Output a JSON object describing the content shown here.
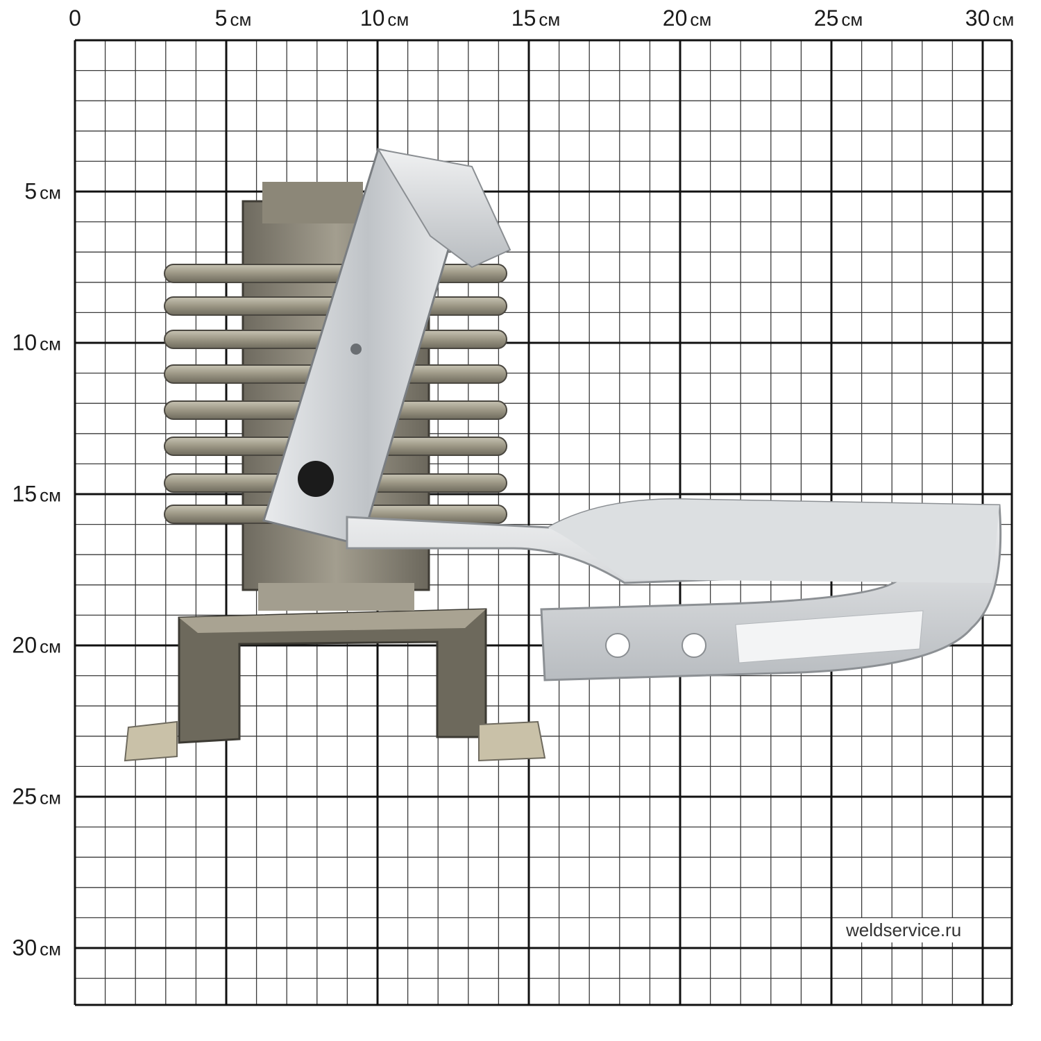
{
  "ruler": {
    "unit": "см",
    "x_labels": [
      "0",
      "5",
      "10",
      "15",
      "20",
      "25",
      "30"
    ],
    "y_labels": [
      "5",
      "10",
      "15",
      "20",
      "25",
      "30"
    ],
    "minor_step_cm": 1,
    "major_step_cm": 5
  },
  "watermark": "weldservice.ru",
  "colors": {
    "grid_minor": "#3a3a3a",
    "grid_major": "#111111",
    "steel": "#8a8577",
    "aluminum": "#d8dadc"
  },
  "object": {
    "description_icon": "radiator-with-aluminum-busbar"
  }
}
